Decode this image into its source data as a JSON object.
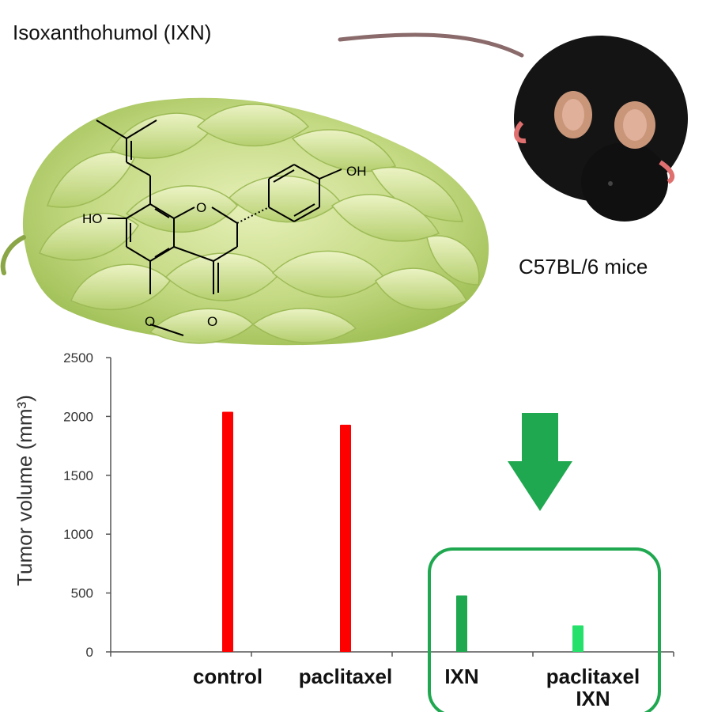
{
  "header": {
    "compound_title": "Isoxanthohumol (IXN)",
    "mice_label": "C57BL/6 mice"
  },
  "molecule": {
    "labels": [
      "OH",
      "HO",
      "O",
      "O"
    ]
  },
  "colors": {
    "treatment_bar": "#ff0000",
    "ixn_bar": "#1fa84f",
    "combo_bar": "#25e06a",
    "highlight": "#1fa84f",
    "hop_cone": "#c9dd8a",
    "mouse": "#141414"
  },
  "icons": [
    "hop-cone-image",
    "mouse-image",
    "down-arrow-icon",
    "highlight-box"
  ],
  "chart_data": {
    "type": "bar",
    "categories": [
      "control",
      "paclitaxel",
      "IXN",
      "paclitaxel\nIXN"
    ],
    "category_lines": [
      [
        "control"
      ],
      [
        "paclitaxel"
      ],
      [
        "IXN"
      ],
      [
        "paclitaxel",
        "IXN"
      ]
    ],
    "values": [
      2040,
      1930,
      480,
      225
    ],
    "bar_colors": [
      "#ff0000",
      "#ff0000",
      "#1fa84f",
      "#25e06a"
    ],
    "ylabel": "Tumor volume (mm³)",
    "xlabel": "",
    "ylim": [
      0,
      2500
    ],
    "yticks": [
      0,
      500,
      1000,
      1500,
      2000,
      2500
    ],
    "grid": false,
    "highlighted_categories": [
      "IXN",
      "paclitaxel\nIXN"
    ]
  }
}
